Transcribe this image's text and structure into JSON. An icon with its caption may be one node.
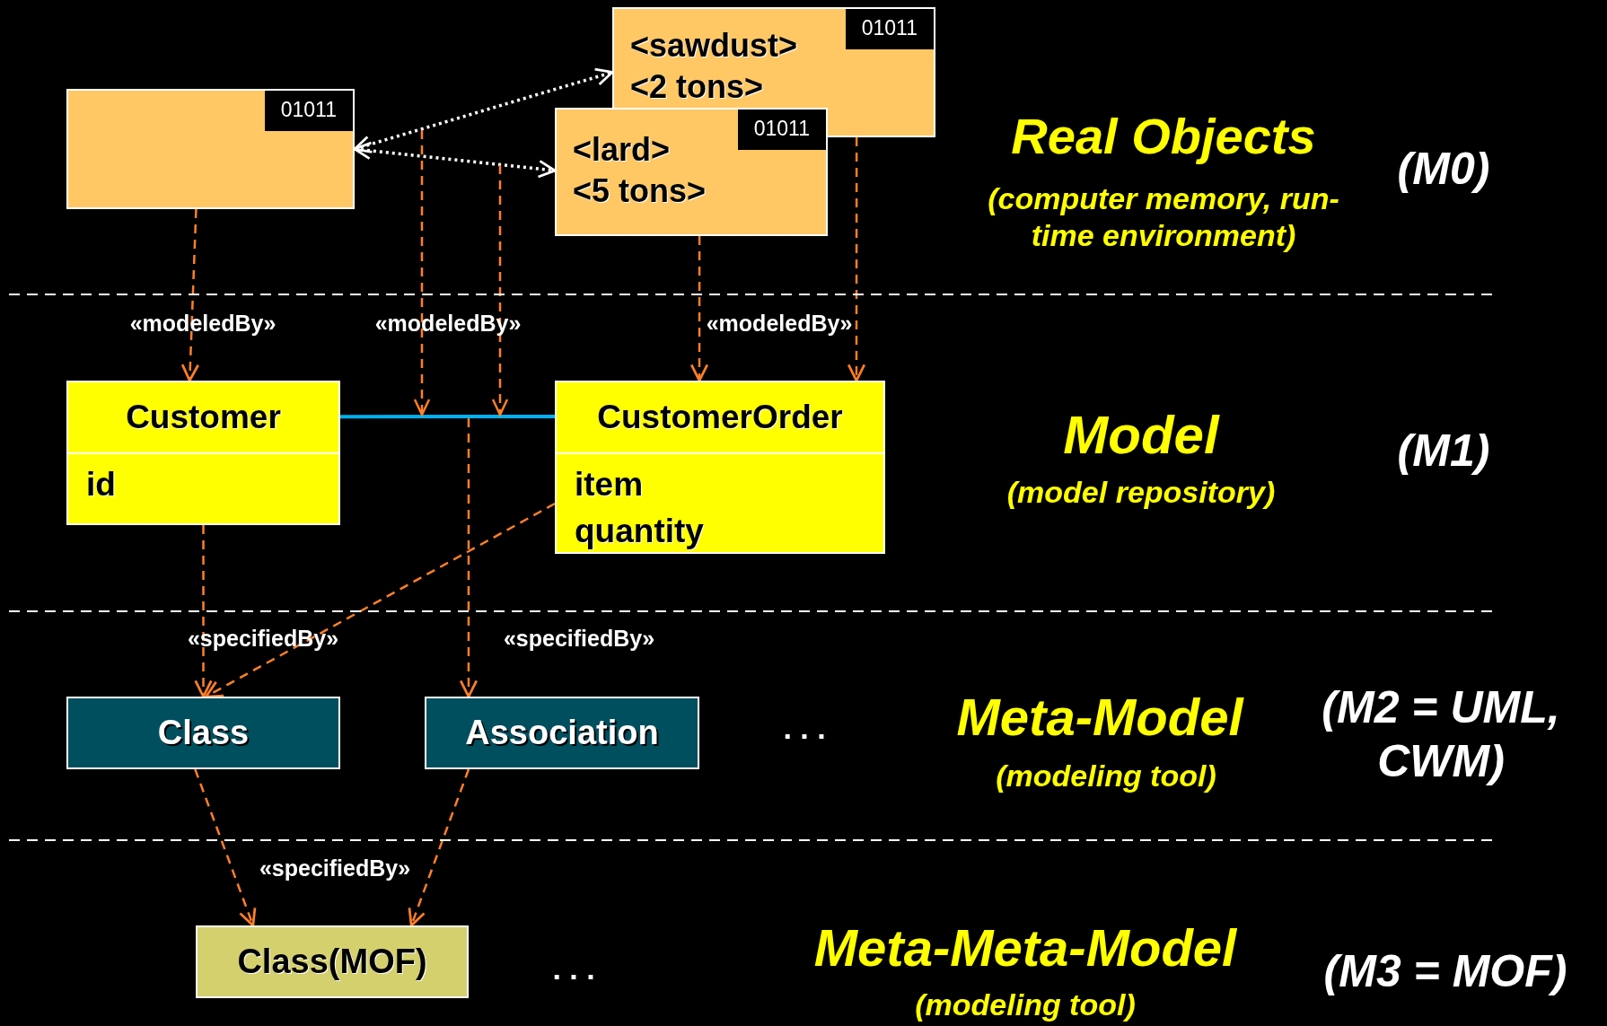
{
  "diagram": {
    "nodes": [
      {
        "text": [
          "01011"
        ]
      },
      {
        "text": [
          "<sawdust> <2 tons>",
          "01011"
        ]
      },
      {
        "text": [
          "<lard> <5 tons>",
          "01011"
        ]
      },
      {
        "text": [
          "Customer",
          "id"
        ]
      },
      {
        "text": [
          "CustomerOrder",
          "item quantity"
        ]
      },
      {
        "text": [
          "Class"
        ]
      },
      {
        "text": [
          "Association"
        ]
      },
      {
        "text": [
          "Class(MOF)"
        ]
      }
    ],
    "edges": [
      {
        "from": 0,
        "to": 1,
        "arrow": "both",
        "style": "dashed",
        "color": "#ffffff"
      },
      {
        "from": 0,
        "to": 2,
        "arrow": "both",
        "style": "dashed",
        "color": "#ffffff"
      },
      {
        "from": 0,
        "to": 3,
        "arrow": "to",
        "style": "dashed"
      },
      {
        "from": 2,
        "to": 4,
        "arrow": "to",
        "style": "dashed"
      },
      {
        "from": 1,
        "to": 4,
        "arrow": "to",
        "style": "dashed"
      },
      {
        "from": 3,
        "to": 4,
        "arrow": "none",
        "color": "#00b0f0"
      },
      {
        "from": null,
        "to": 6,
        "arrow": "to",
        "style": "dashed"
      },
      {
        "from": 3,
        "to": 5,
        "arrow": "to",
        "style": "dashed"
      },
      {
        "from": 4,
        "to": 5,
        "arrow": "to",
        "style": "dashed"
      },
      {
        "from": 5,
        "to": 7,
        "arrow": "to",
        "style": "dashed"
      },
      {
        "from": 6,
        "to": 7,
        "arrow": "to",
        "style": "dashed"
      }
    ],
    "labels": [
      "Real Objects",
      "(M0)",
      "(computer memory, run-time environment)",
      "«modeledBy»",
      "«modeledBy»",
      "«modeledBy»",
      "Model",
      "(M1)",
      "(model repository)",
      "«specifiedBy»",
      "«specifiedBy»",
      "(M2 = UML, CWM)",
      ". . .",
      "Meta-Model",
      "(modeling tool)",
      "«specifiedBy»",
      ". . .",
      "Meta-Meta-Model",
      "(M3 = MOF)",
      "(modeling tool)"
    ]
  }
}
